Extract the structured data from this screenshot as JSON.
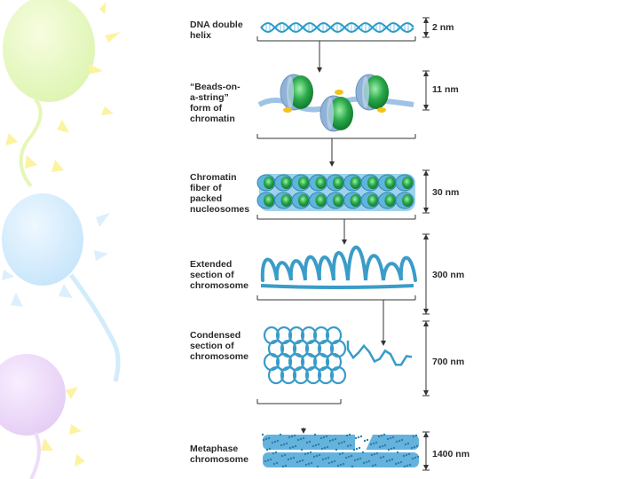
{
  "slide": {
    "background": "#ffffff",
    "decoration": [
      "balloon-green",
      "balloon-blue",
      "balloon-purple"
    ]
  },
  "diagram": {
    "levels": [
      {
        "id": "dna",
        "label_lines": [
          "DNA double",
          "helix"
        ],
        "measure": "2 nm"
      },
      {
        "id": "beads",
        "label_lines": [
          "“Beads-on-",
          "a-string”",
          "form of",
          "chromatin"
        ],
        "measure": "11 nm"
      },
      {
        "id": "fiber30",
        "label_lines": [
          "Chromatin",
          "fiber of",
          "packed",
          "nucleosomes"
        ],
        "measure": "30 nm"
      },
      {
        "id": "extended",
        "label_lines": [
          "Extended",
          "section of",
          "chromosome"
        ],
        "measure": "300 nm"
      },
      {
        "id": "condensed",
        "label_lines": [
          "Condensed",
          "section of",
          "chromosome"
        ],
        "measure": "700 nm"
      },
      {
        "id": "metaphase",
        "label_lines": [
          "Metaphase",
          "chromosome"
        ],
        "measure": "1400 nm"
      }
    ],
    "colors": {
      "dna": "#2e9bc6",
      "nucleosome_green": "#2aa84a",
      "nucleosome_ring": "#8fb2d6",
      "histone_tail": "#f2c318",
      "loop": "#3a9cc8",
      "metaphase": "#4aa6d6",
      "line": "#333333"
    }
  }
}
